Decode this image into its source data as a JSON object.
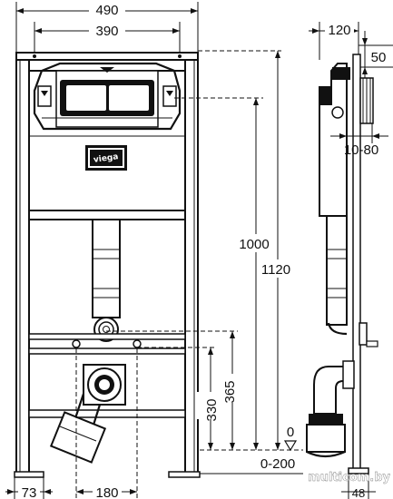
{
  "dimensions": {
    "frame_width": "490",
    "inner_width": "390",
    "depth": "120",
    "top_offset": "50",
    "wall_adjust": "10-80",
    "height_1000": "1000",
    "height_1120": "1120",
    "height_365": "365",
    "height_330": "330",
    "zero_level": "0",
    "floor_adjust": "0-200",
    "foot_73": "73",
    "drain_180": "180",
    "side_48": "48"
  },
  "brand": {
    "logo_text": "viega"
  },
  "watermark": {
    "text": "multicom.by"
  },
  "colors": {
    "line": "#111111",
    "panel": "#d8d8d8",
    "background": "#ffffff"
  }
}
